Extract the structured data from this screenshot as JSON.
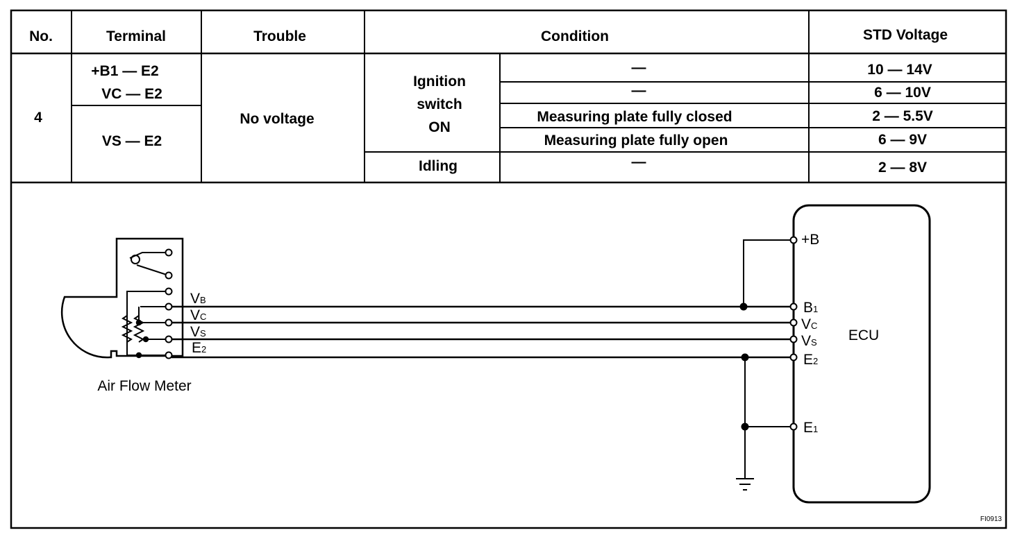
{
  "table": {
    "headers": {
      "no": "No.",
      "terminal": "Terminal",
      "trouble": "Trouble",
      "condition": "Condition",
      "std_voltage": "STD Voltage"
    },
    "row": {
      "no": "4",
      "terminals": [
        "+B1 — E2",
        "VC — E2",
        "VS — E2"
      ],
      "trouble": "No voltage",
      "ignition_label": [
        "Ignition",
        "switch",
        "ON"
      ],
      "idling_label": "Idling",
      "conditions": [
        "—",
        "—",
        "Measuring plate fully closed",
        "Measuring plate fully open",
        "—"
      ],
      "voltages": [
        "10 — 14V",
        "6 — 10V",
        "2 — 5.5V",
        "6 — 9V",
        "2 — 8V"
      ]
    }
  },
  "diagram": {
    "meter_label": "Air Flow Meter",
    "ecu_label": "ECU",
    "meter_terminals": [
      {
        "main": "V",
        "sub": "B"
      },
      {
        "main": "V",
        "sub": "C"
      },
      {
        "main": "V",
        "sub": "S"
      },
      {
        "main": "E",
        "sub": "2"
      }
    ],
    "ecu_terminals": [
      {
        "main": "+B",
        "sub": ""
      },
      {
        "main": "B",
        "sub": "1"
      },
      {
        "main": "V",
        "sub": "C"
      },
      {
        "main": "V",
        "sub": "S"
      },
      {
        "main": "E",
        "sub": "2"
      },
      {
        "main": "E",
        "sub": "1"
      }
    ],
    "figure_code": "FI0913"
  }
}
